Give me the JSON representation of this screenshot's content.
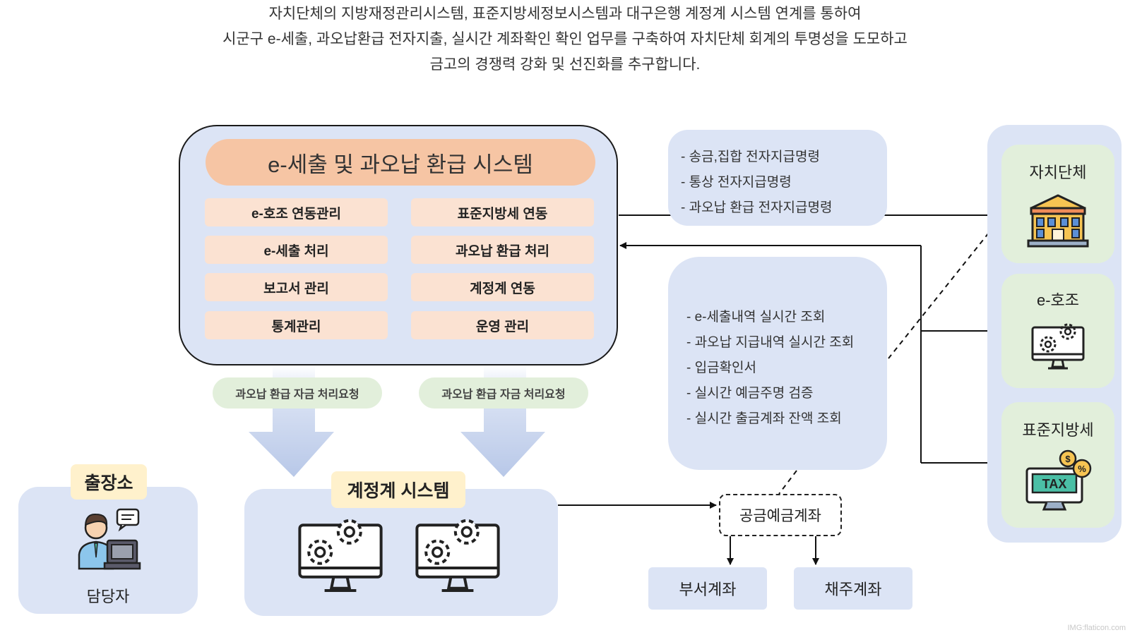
{
  "intro": {
    "line1": "자치단체의 지방재정관리시스템, 표준지방세정보시스템과 대구은행 계정계 시스템 연계를 통하여",
    "line2": "시군구 e-세출, 과오납환급 전자지출, 실시간 계좌확인 확인 업무를 구축하여 자치단체 회계의 투명성을 도모하고",
    "line3": "금고의 경쟁력 강화 및 선진화를 추구합니다."
  },
  "system": {
    "title": "e-세출 및 과오납 환급 시스템",
    "functions": [
      "e-호조 연동관리",
      "표준지방세 연동",
      "e-세출 처리",
      "과오납 환급 처리",
      "보고서 관리",
      "계정계 연동",
      "통계관리",
      "운영 관리"
    ]
  },
  "requests": [
    "과오납 환급 자금 처리요청",
    "과오납 환급 자금 처리요청"
  ],
  "orders_box": {
    "items": [
      "- 송금,집합 전자지급명령",
      "- 통상 전자지급명령",
      "- 과오납 환급 전자지급명령"
    ]
  },
  "inquiry_box": {
    "items": [
      "- e-세출내역 실시간 조회",
      "- 과오납 지급내역 실시간 조회",
      "- 입금확인서",
      "- 실시간 예금주명 검증",
      "- 실시간 출금계좌 잔액 조회"
    ]
  },
  "right_panel": {
    "cards": [
      {
        "label": "자치단체",
        "icon": "government-building-icon"
      },
      {
        "label": "e-호조",
        "icon": "computer-gears-icon"
      },
      {
        "label": "표준지방세",
        "icon": "tax-monitor-icon"
      }
    ]
  },
  "branch": {
    "tag": "출장소",
    "person_label": "담당자",
    "icon": "staff-person-icon"
  },
  "core": {
    "tag": "계정계 시스템",
    "icon": "computer-gears-icon"
  },
  "accounts": {
    "public": "공금예금계좌",
    "dept": "부서계좌",
    "creditor": "채주계좌"
  },
  "credit": "IMG:flaticon.com",
  "colors": {
    "panel_blue": "#dce4f5",
    "title_orange": "#f6c5a4",
    "func_peach": "#fbe2d2",
    "label_green": "#e2efdb",
    "tag_yellow": "#fff1cc"
  }
}
